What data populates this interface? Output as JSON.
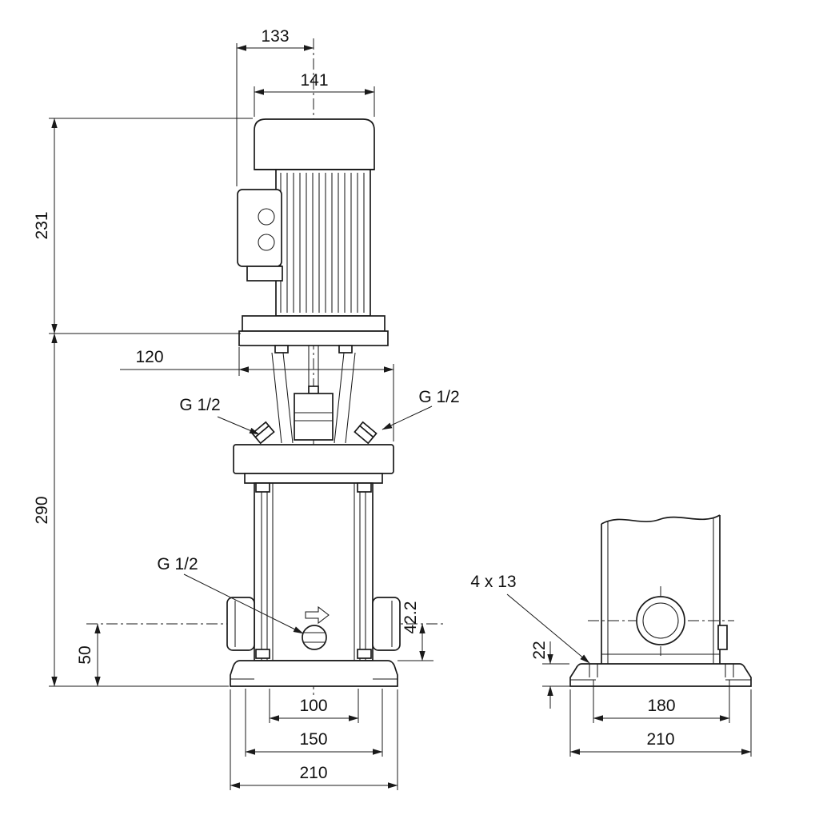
{
  "drawing": {
    "front": {
      "dim_top_box": "133",
      "dim_motor_width": "141",
      "dim_motor_height": "231",
      "dim_coupling": "120",
      "dim_pump_height": "290",
      "dim_port_height": "50",
      "dim_port_offset": "42.2",
      "dim_base_inner": "100",
      "dim_base_mid": "150",
      "dim_base_outer": "210",
      "plug_top_left": "G 1/2",
      "plug_top_right": "G 1/2",
      "plug_drain": "G 1/2"
    },
    "side": {
      "holes_label": "4 x 13",
      "dim_base_height": "22",
      "dim_bolt_span": "180",
      "dim_base_width": "210"
    }
  }
}
